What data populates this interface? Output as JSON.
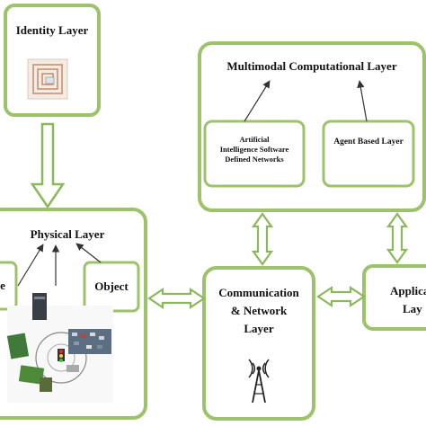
{
  "identity_layer": {
    "title": "Identity Layer",
    "icon": "rfid-chip-icon"
  },
  "multimodal_layer": {
    "title": "Multimodal Computational Layer",
    "ai_box": {
      "line1": "Artificial",
      "line2": "Intelligence Software",
      "line3": "Defined Networks"
    },
    "agent_box": {
      "label": "Agent Based Layer"
    }
  },
  "physical_layer": {
    "title": "Physical Layer",
    "left_box_label": "e",
    "object_box_label": "Object",
    "photo": "connected-devices-photo"
  },
  "communication_layer": {
    "line1": "Communication",
    "line2": "& Network",
    "line3": "Layer",
    "icon": "antenna-tower-icon"
  },
  "application_layer": {
    "line1": "Applica",
    "line2": "Lay"
  },
  "colors": {
    "box_stroke": "#9cc26a",
    "box_fill": "#ffffff",
    "arrow_stroke": "#8ab85a",
    "text": "#111111"
  }
}
